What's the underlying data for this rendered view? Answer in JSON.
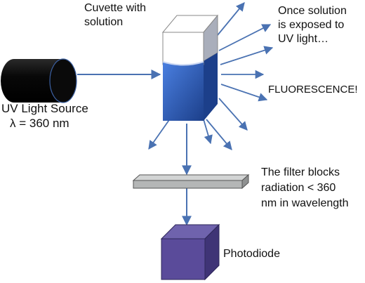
{
  "labels": {
    "cuvette_line1": "Cuvette with",
    "cuvette_line2": "solution",
    "source_line1": "UV Light Source",
    "source_line2": "λ = 360 nm",
    "exposed_line1": "Once solution",
    "exposed_line2": "is exposed to",
    "exposed_line3": "UV light…",
    "fluorescence": "FLUORESCENCE!",
    "filter_line1": "The filter blocks",
    "filter_line2": "radiation < 360",
    "filter_line3": "nm in wavelength",
    "photodiode": "Photodiode"
  },
  "colors": {
    "arrow": "#4a72b2",
    "solution_dark": "#1c3f8a",
    "solution_light": "#3d6fd0",
    "cuvette_glass": "#ffffff",
    "cuvette_side": "#9ea5b5",
    "filter_fill": "#b4b6b6",
    "photodiode_front": "#5a4b9a",
    "photodiode_top": "#6f63ad",
    "photodiode_side": "#3f3476",
    "source_body": "#0a0a0a"
  },
  "components": [
    "uv-light-source",
    "cuvette",
    "filter",
    "photodiode"
  ]
}
